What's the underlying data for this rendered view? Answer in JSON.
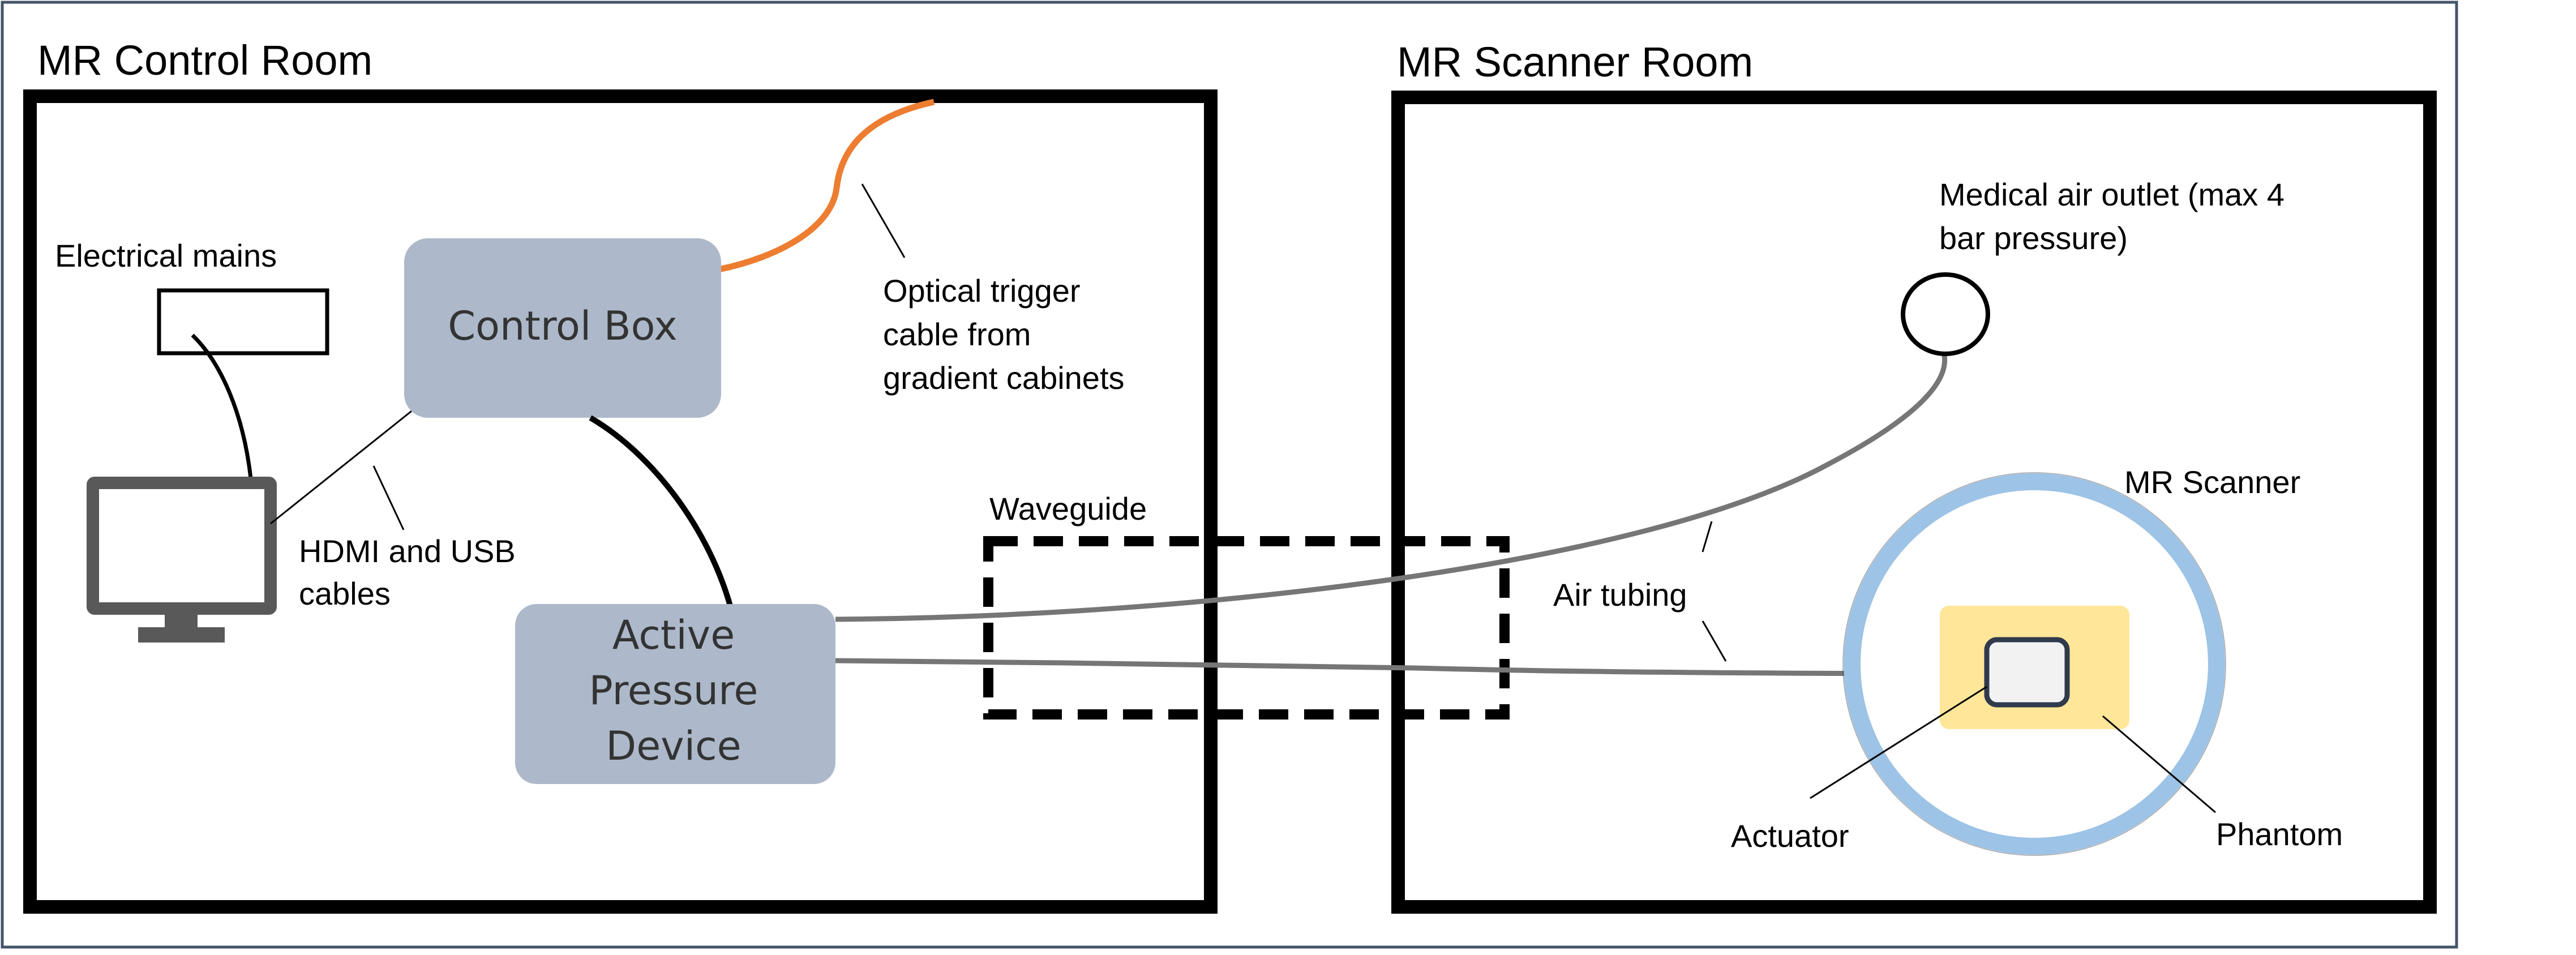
{
  "rooms": {
    "control": {
      "title": "MR Control Room"
    },
    "scanner": {
      "title": "MR Scanner Room"
    }
  },
  "devices": {
    "control_box": "Control Box",
    "active_pressure_device": [
      "Active",
      "Pressure",
      "Device"
    ]
  },
  "labels": {
    "electrical_mains": "Electrical mains",
    "optical_trigger": [
      "Optical trigger",
      "cable from",
      "gradient cabinets"
    ],
    "hdmi_usb": [
      "HDMI and USB",
      "cables"
    ],
    "waveguide": "Waveguide",
    "air_tubing": "Air tubing",
    "medical_air": [
      "Medical air outlet (max 4",
      "bar pressure)"
    ],
    "mr_scanner": "MR Scanner",
    "actuator": "Actuator",
    "phantom": "Phantom"
  },
  "icons": {
    "monitor": "monitor-icon"
  },
  "colors": {
    "device_fill": "#adb9ca",
    "optical_cable": "#ed7d31",
    "air_tubing": "#767676",
    "scanner_ring": "#9dc3e6",
    "phantom_fill": "#ffe699",
    "actuator_fill": "#f2f2f2",
    "monitor": "#595959"
  }
}
